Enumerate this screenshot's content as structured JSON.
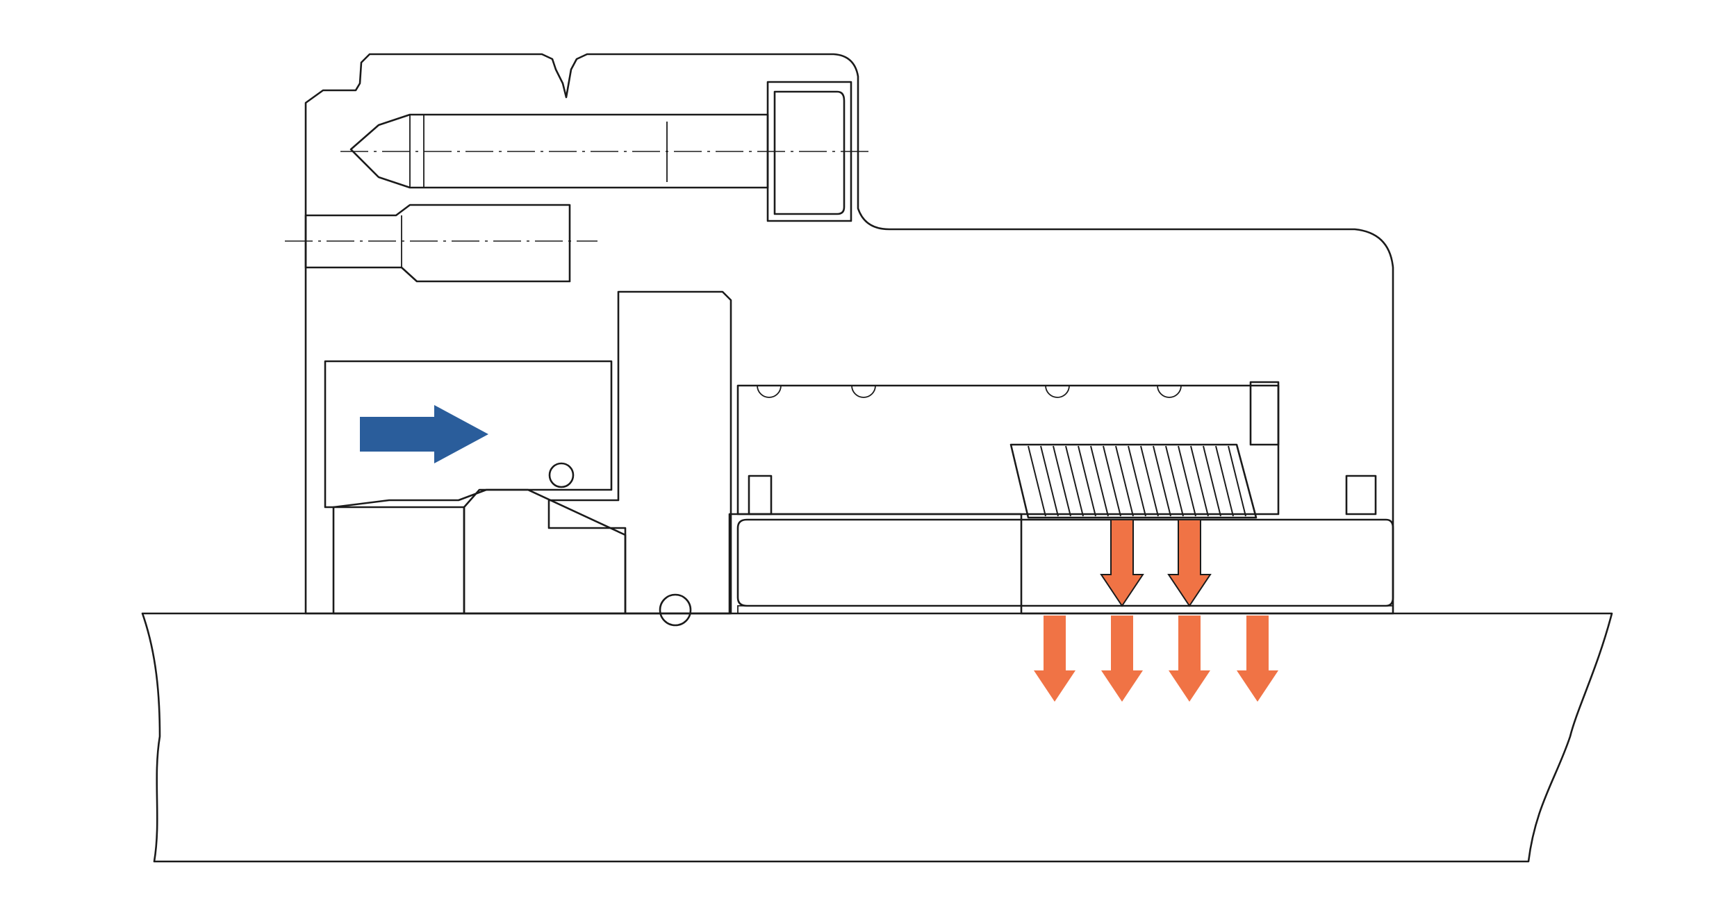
{
  "diagram": {
    "kind": "mechanical cross-section",
    "components": [
      {
        "id": "housing",
        "color_name": "light-blue"
      },
      {
        "id": "piston-ring",
        "color_name": "light-blue"
      },
      {
        "id": "sleeve",
        "color_name": "orange"
      },
      {
        "id": "shaft",
        "color_name": "green"
      }
    ],
    "indicators": {
      "axial_arrow": {
        "direction": "right"
      },
      "clamp_arrows": {
        "direction": "down"
      }
    }
  },
  "colors": {
    "housing": "#acd2f1",
    "housing_light": "#d4e7f8",
    "sleeve": "#f2521f",
    "sleeve_light": "#f6b696",
    "shaft": "#b3d8a2",
    "arrow_blue": "#2a5d9b",
    "arrow_orange": "#f07345",
    "outline": "#1a1a1a"
  }
}
